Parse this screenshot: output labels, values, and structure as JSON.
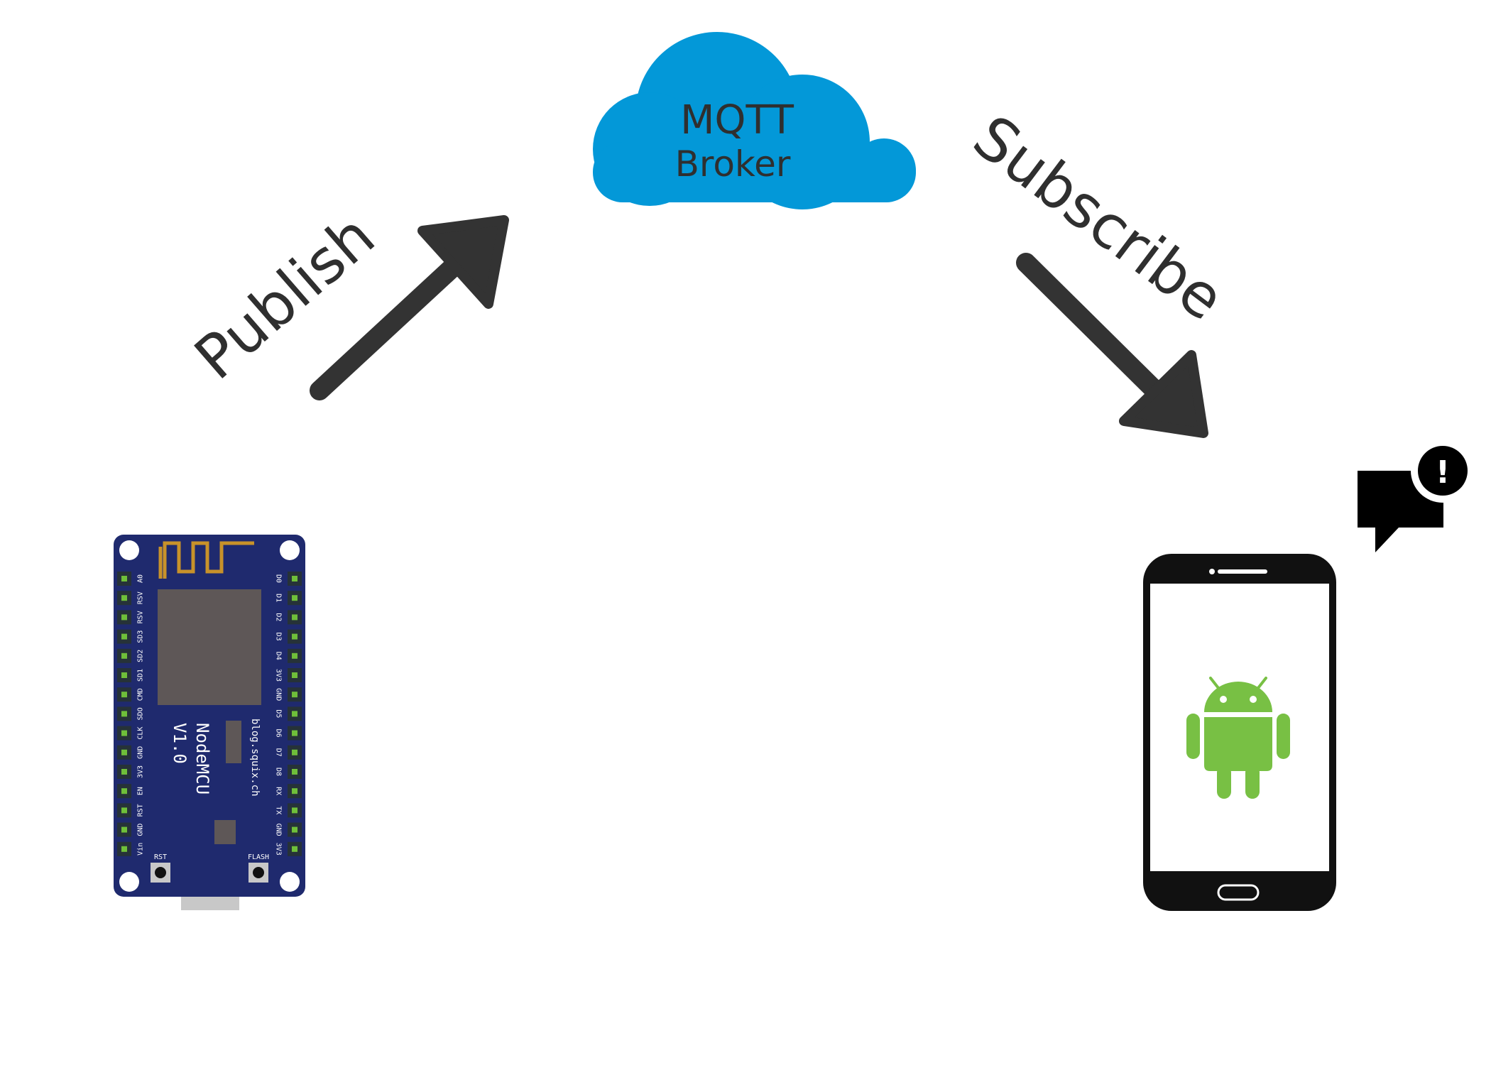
{
  "cloud": {
    "line1": "MQTT",
    "line2": "Broker",
    "color": "#0398d8"
  },
  "arrows": {
    "publish_label": "Publish",
    "subscribe_label": "Subscribe",
    "color": "#333333"
  },
  "board": {
    "name_line1": "NodeMCU",
    "name_line2": "V1.0",
    "credit": "blog.squix.ch",
    "btn_rst": "RST",
    "btn_flash": "FLASH",
    "pins_left": [
      "A0",
      "RSV",
      "RSV",
      "SD3",
      "SD2",
      "SD1",
      "CMD",
      "SDO",
      "CLK",
      "GND",
      "3V3",
      "EN",
      "RST",
      "GND",
      "Vin"
    ],
    "pins_right": [
      "D0",
      "D1",
      "D2",
      "D3",
      "D4",
      "3V3",
      "GND",
      "D5",
      "D6",
      "D7",
      "D8",
      "RX",
      "TX",
      "GND",
      "3V3"
    ],
    "colors": {
      "pcb": "#1f2a6e",
      "antenna": "#c8922a",
      "chip": "#5e5757",
      "pin": "#6fbf3a"
    }
  },
  "phone": {
    "colors": {
      "body": "#111111",
      "screen": "#ffffff",
      "android": "#78c044"
    }
  },
  "notification": {
    "glyph": "!",
    "color": "#000000"
  }
}
